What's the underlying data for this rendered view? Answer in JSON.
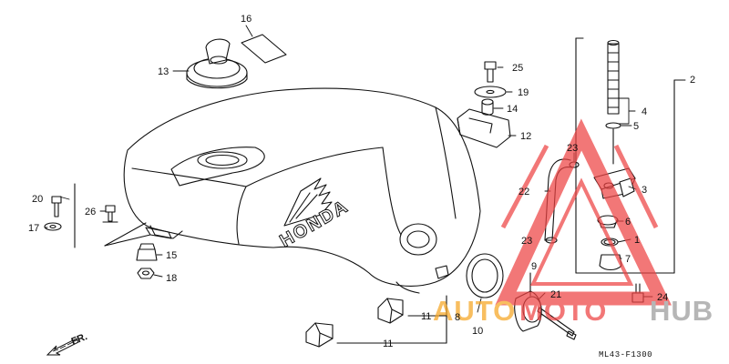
{
  "diagram": {
    "code": "ML43-F1300",
    "direction": "FR.",
    "brand": "HONDA",
    "colors": {
      "line": "#111111",
      "watermark_red": "#ee4444",
      "watermark_orange": "#f6a623",
      "watermark_gray": "#9a9a9a"
    }
  },
  "callouts": [
    {
      "id": "c1",
      "text": "1"
    },
    {
      "id": "c2",
      "text": "2"
    },
    {
      "id": "c3",
      "text": "3"
    },
    {
      "id": "c4",
      "text": "4"
    },
    {
      "id": "c5",
      "text": "5"
    },
    {
      "id": "c6",
      "text": "6"
    },
    {
      "id": "c7",
      "text": "7"
    },
    {
      "id": "c8",
      "text": "8"
    },
    {
      "id": "c9",
      "text": "9"
    },
    {
      "id": "c10",
      "text": "10"
    },
    {
      "id": "c11a",
      "text": "11"
    },
    {
      "id": "c11b",
      "text": "11"
    },
    {
      "id": "c12",
      "text": "12"
    },
    {
      "id": "c13",
      "text": "13"
    },
    {
      "id": "c14",
      "text": "14"
    },
    {
      "id": "c15",
      "text": "15"
    },
    {
      "id": "c16",
      "text": "16"
    },
    {
      "id": "c17",
      "text": "17"
    },
    {
      "id": "c18",
      "text": "18"
    },
    {
      "id": "c19",
      "text": "19"
    },
    {
      "id": "c20",
      "text": "20"
    },
    {
      "id": "c21",
      "text": "21"
    },
    {
      "id": "c22",
      "text": "22"
    },
    {
      "id": "c23a",
      "text": "23"
    },
    {
      "id": "c23b",
      "text": "23"
    },
    {
      "id": "c24",
      "text": "24"
    },
    {
      "id": "c25",
      "text": "25"
    },
    {
      "id": "c26",
      "text": "26"
    }
  ],
  "watermark": {
    "part1": "AUTO",
    "part2": "MOTO",
    "part3": "HUB"
  }
}
